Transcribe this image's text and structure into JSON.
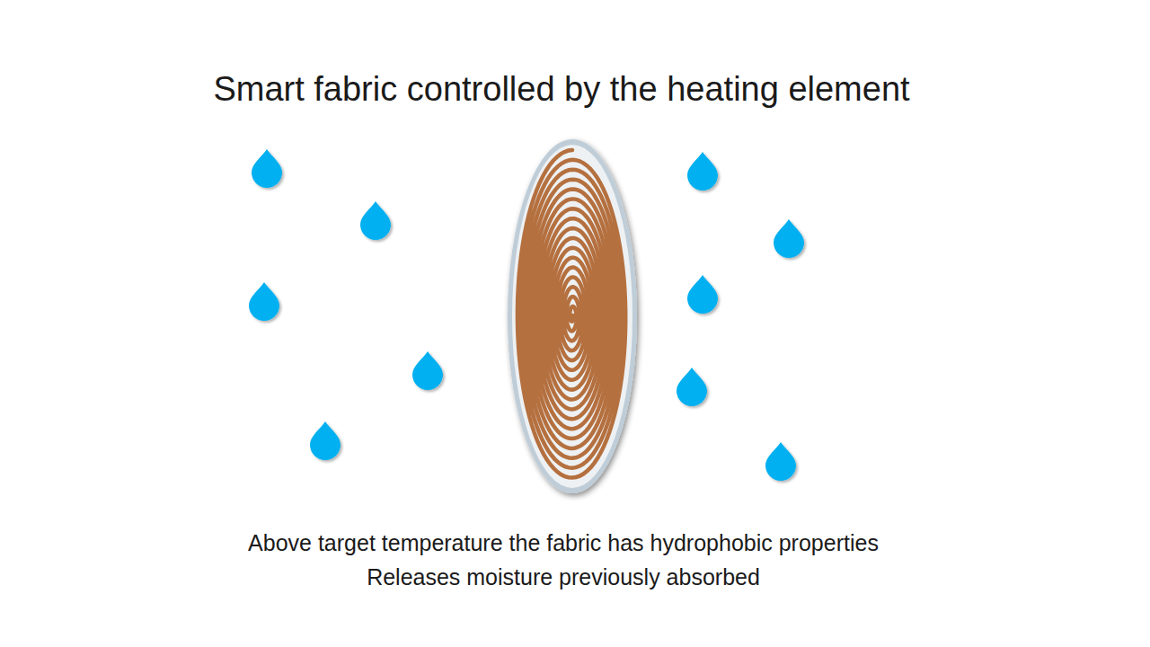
{
  "diagram": {
    "title": "Smart fabric controlled by the heating element",
    "labels": [
      "Above target temperature the fabric has hydrophobic properties",
      "Releases moisture previously absorbed"
    ]
  }
}
